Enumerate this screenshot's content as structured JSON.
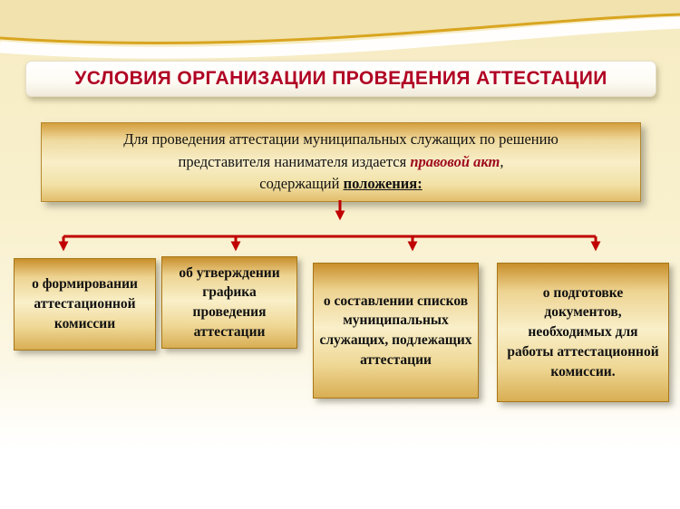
{
  "slide": {
    "title": "УСЛОВИЯ ОРГАНИЗАЦИИ ПРОВЕДЕНИЯ АТТЕСТАЦИИ",
    "intro": {
      "line1": "Для проведения аттестации муниципальных служащих по решению",
      "line2a": "представителя нанимателя издается ",
      "line2b": "правовой акт",
      "line2c": ",",
      "line3a": "содержащий ",
      "line3b": "положения:"
    },
    "branches": [
      "о формировании аттестационной комиссии",
      "об утверждении графика проведения аттестации",
      "о составлении списков муниципальных служащих, подлежащих аттестации",
      "о подготовке документов, необходимых для работы аттестационной комиссии."
    ],
    "colors": {
      "title_text": "#B00023",
      "arrow": "#C00000",
      "box_border": "#A87715",
      "box_gradient_top": "#C98F2B",
      "box_gradient_mid": "#F9EFC9",
      "intro_highlight": "#9E0B1E",
      "gold_wave": "#D9A520",
      "background_cream": "#F6EBC2"
    }
  }
}
